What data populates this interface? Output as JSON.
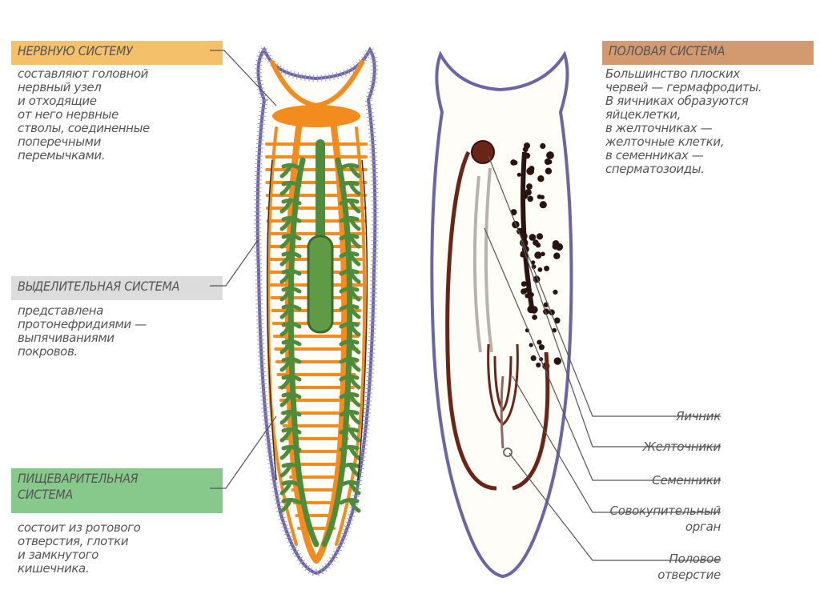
{
  "nervous": {
    "title": "НЕРВНУЮ СИСТЕМУ",
    "text": "составляют головной\nнервный узел\nи отходящие\nот него нервные\nстволы, соединенные\nпоперечными\nперемычками.",
    "color": "#f4c06a"
  },
  "excretory": {
    "title": "ВЫДЕЛИТЕЛЬНАЯ СИСТЕМА",
    "text": "представлена\nпротонефридиями —\nвыпячиваниями\nпокровов.",
    "color": "#dcdcdc"
  },
  "digestive": {
    "title": "ПИЩЕВАРИТЕЛЬНАЯ\nСИСТЕМА",
    "text": "состоит из ротового\nотверстия, глотки\nи замкнутого\nкишечника.",
    "color": "#86c98a"
  },
  "reproductive": {
    "title": "ПОЛОВАЯ СИСТЕМА",
    "text": "Большинство плоских\nчервей — гермафродиты.\nВ яичниках образуются\nяйцеклетки,\nв желточниках —\nжелточные клетки,\nв семенниках —\nсперматозоиды.",
    "color": "#d29a6e"
  },
  "labels": {
    "ovary": "Яичник",
    "vitellaria": "Желточники",
    "testes": "Семенники",
    "copulatory": "Совокупительный\nорган",
    "genital_pore": "Половое\nотверстие"
  },
  "colors": {
    "nerve": "#f28c1e",
    "gut": "#4e8b3a",
    "body_outline": "#6b64a6",
    "reproductive": "#6b2418",
    "vitellaria": "#2a1410"
  }
}
